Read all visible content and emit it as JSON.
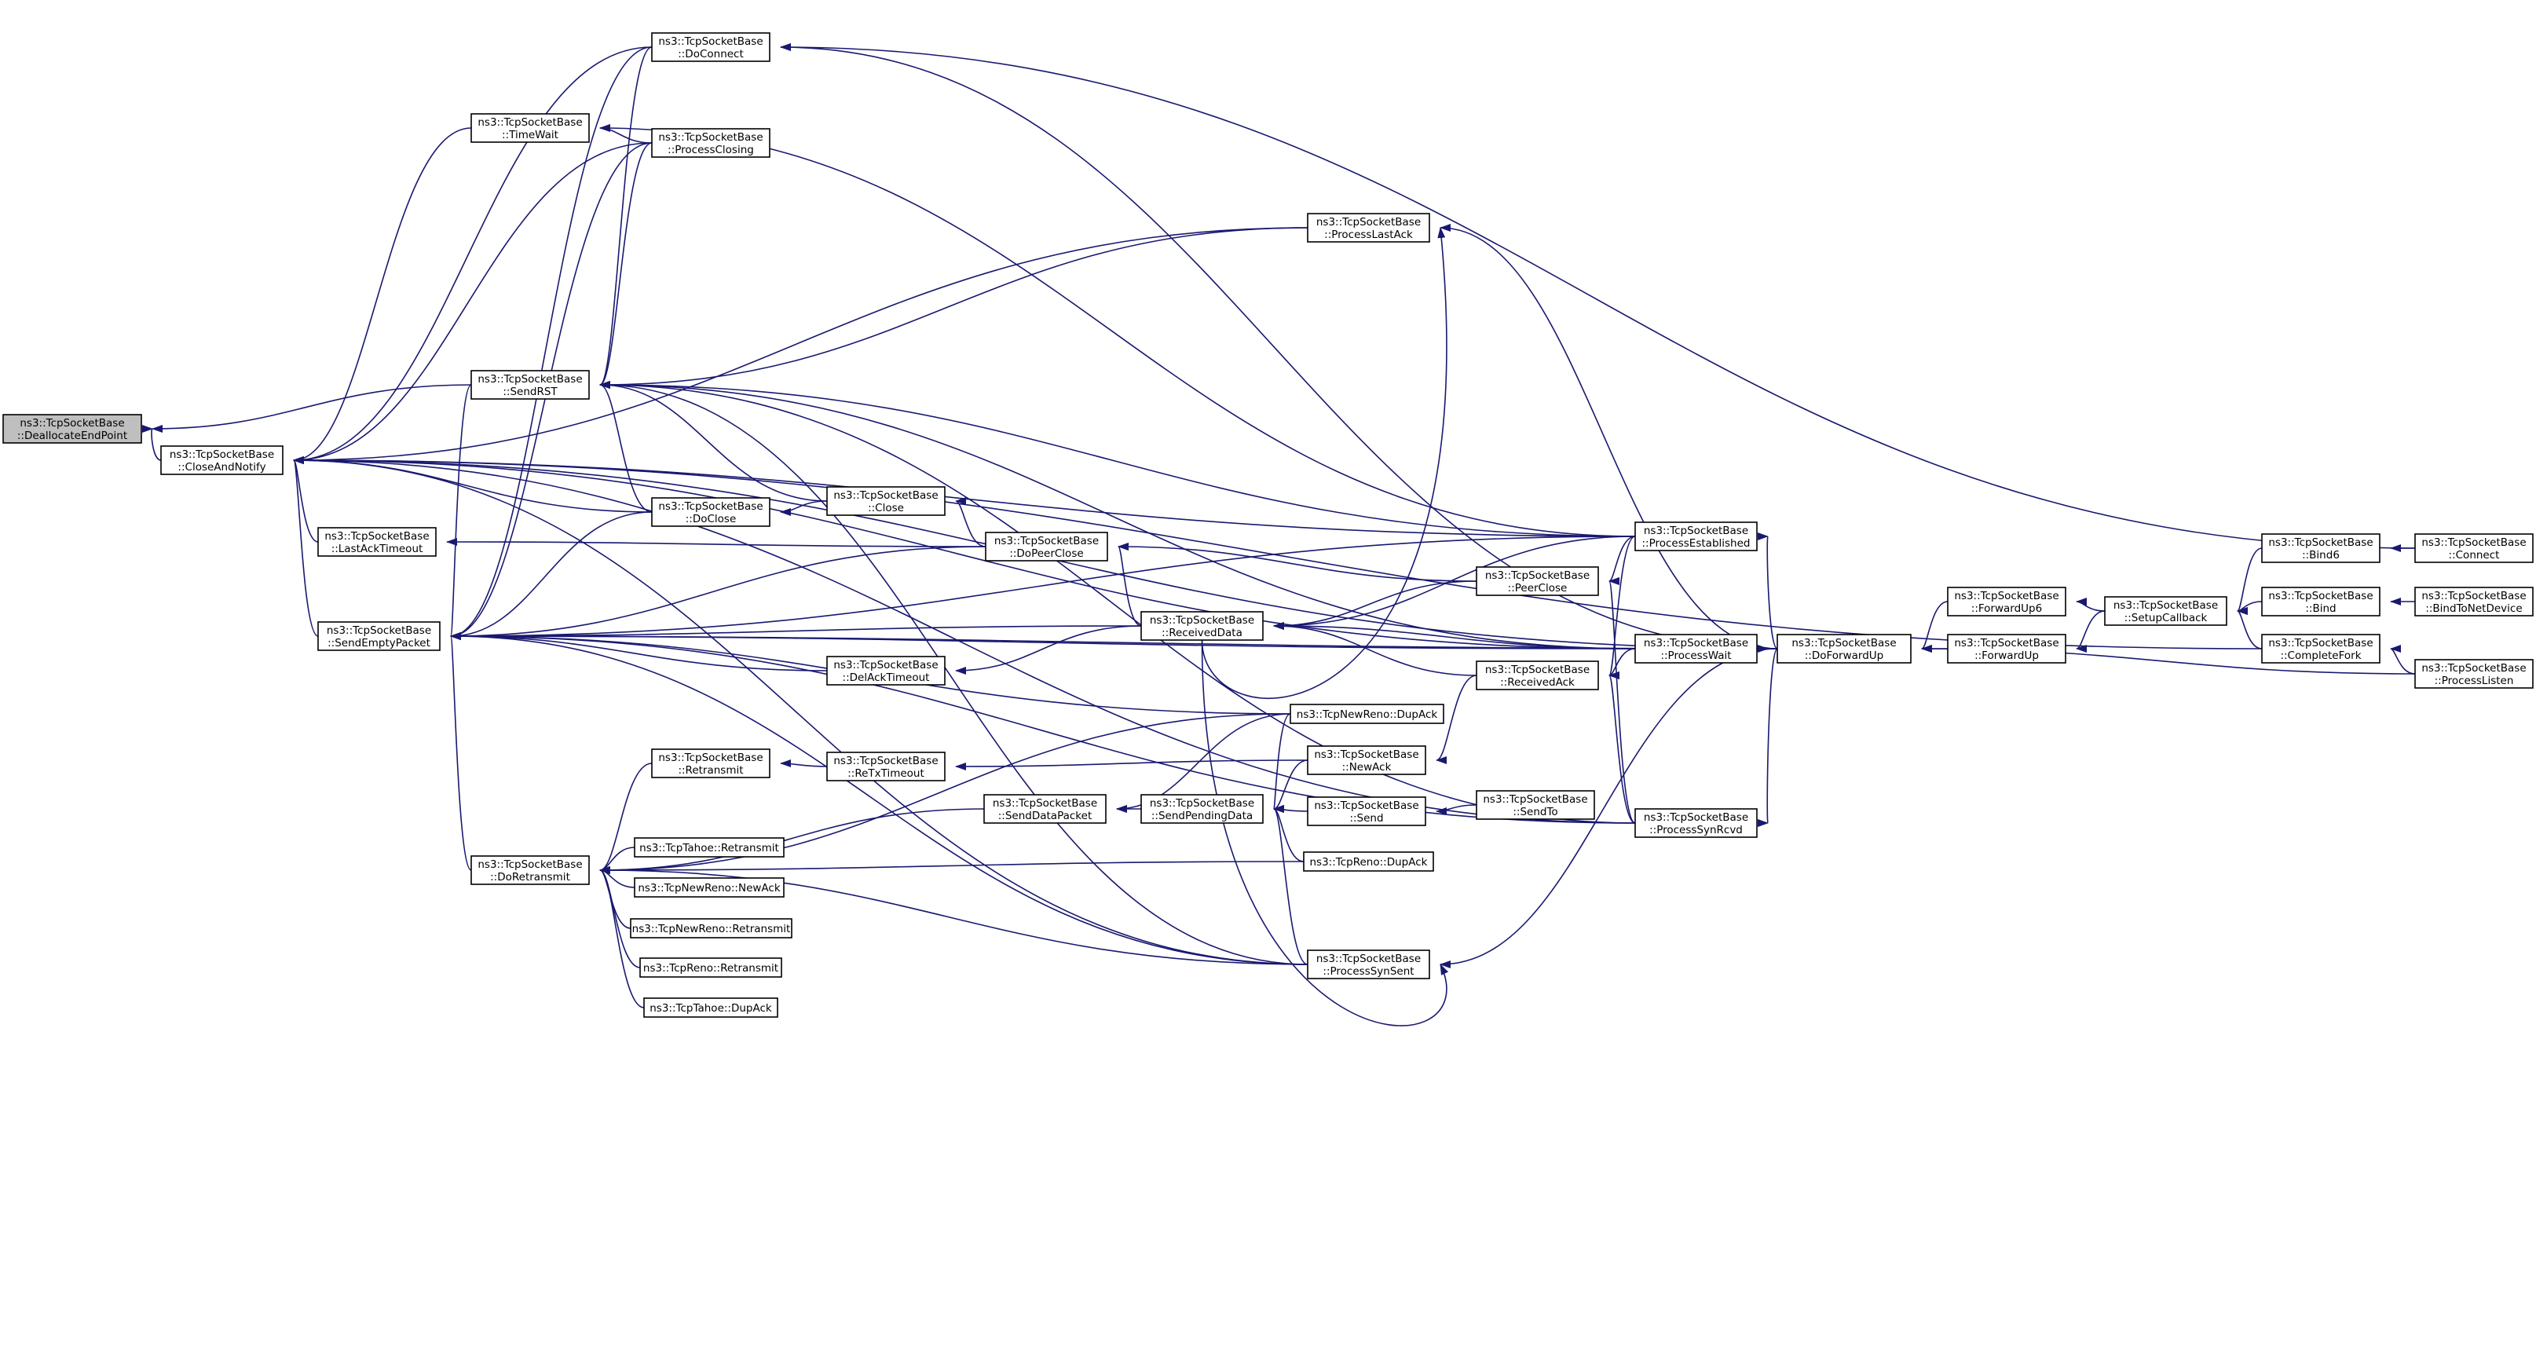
{
  "diagram": {
    "title": "",
    "nodes": [
      {
        "id": "dealloc",
        "lines": [
          "ns3::TcpSocketBase",
          "::DeallocateEndPoint"
        ],
        "root": true
      },
      {
        "id": "closeandnotify",
        "lines": [
          "ns3::TcpSocketBase",
          "::CloseAndNotify"
        ]
      },
      {
        "id": "sendemptypacket",
        "lines": [
          "ns3::TcpSocketBase",
          "::SendEmptyPacket"
        ]
      },
      {
        "id": "lastacktimeout",
        "lines": [
          "ns3::TcpSocketBase",
          "::LastAckTimeout"
        ]
      },
      {
        "id": "timewait",
        "lines": [
          "ns3::TcpSocketBase",
          "::TimeWait"
        ]
      },
      {
        "id": "sendrst",
        "lines": [
          "ns3::TcpSocketBase",
          "::SendRST"
        ]
      },
      {
        "id": "doretransmit",
        "lines": [
          "ns3::TcpSocketBase",
          "::DoRetransmit"
        ]
      },
      {
        "id": "doconnect",
        "lines": [
          "ns3::TcpSocketBase",
          "::DoConnect"
        ]
      },
      {
        "id": "processclosing",
        "lines": [
          "ns3::TcpSocketBase",
          "::ProcessClosing"
        ]
      },
      {
        "id": "doclose",
        "lines": [
          "ns3::TcpSocketBase",
          "::DoClose"
        ]
      },
      {
        "id": "retransmit",
        "lines": [
          "ns3::TcpSocketBase",
          "::Retransmit"
        ]
      },
      {
        "id": "tahoe_retransmit",
        "lines": [
          "ns3::TcpTahoe::Retransmit"
        ]
      },
      {
        "id": "newreno_newack",
        "lines": [
          "ns3::TcpNewReno::NewAck"
        ]
      },
      {
        "id": "newreno_retransmit",
        "lines": [
          "ns3::TcpNewReno::Retransmit"
        ]
      },
      {
        "id": "reno_retransmit",
        "lines": [
          "ns3::TcpReno::Retransmit"
        ]
      },
      {
        "id": "tahoe_dupack",
        "lines": [
          "ns3::TcpTahoe::DupAck"
        ]
      },
      {
        "id": "close",
        "lines": [
          "ns3::TcpSocketBase",
          "::Close"
        ]
      },
      {
        "id": "delacktimeout",
        "lines": [
          "ns3::TcpSocketBase",
          "::DelAckTimeout"
        ]
      },
      {
        "id": "retxtimeout",
        "lines": [
          "ns3::TcpSocketBase",
          "::ReTxTimeout"
        ]
      },
      {
        "id": "dopeerclose",
        "lines": [
          "ns3::TcpSocketBase",
          "::DoPeerClose"
        ]
      },
      {
        "id": "senddatapacket",
        "lines": [
          "ns3::TcpSocketBase",
          "::SendDataPacket"
        ]
      },
      {
        "id": "receiveddata",
        "lines": [
          "ns3::TcpSocketBase",
          "::ReceivedData"
        ]
      },
      {
        "id": "sendpendingdata",
        "lines": [
          "ns3::TcpSocketBase",
          "::SendPendingData"
        ]
      },
      {
        "id": "processlastack",
        "lines": [
          "ns3::TcpSocketBase",
          "::ProcessLastAck"
        ]
      },
      {
        "id": "newreno_dupack",
        "lines": [
          "ns3::TcpNewReno::DupAck"
        ]
      },
      {
        "id": "newack",
        "lines": [
          "ns3::TcpSocketBase",
          "::NewAck"
        ]
      },
      {
        "id": "send",
        "lines": [
          "ns3::TcpSocketBase",
          "::Send"
        ]
      },
      {
        "id": "reno_dupack",
        "lines": [
          "ns3::TcpReno::DupAck"
        ]
      },
      {
        "id": "processsynsent",
        "lines": [
          "ns3::TcpSocketBase",
          "::ProcessSynSent"
        ]
      },
      {
        "id": "peerclose",
        "lines": [
          "ns3::TcpSocketBase",
          "::PeerClose"
        ]
      },
      {
        "id": "receivedack",
        "lines": [
          "ns3::TcpSocketBase",
          "::ReceivedAck"
        ]
      },
      {
        "id": "sendto",
        "lines": [
          "ns3::TcpSocketBase",
          "::SendTo"
        ]
      },
      {
        "id": "processestablished",
        "lines": [
          "ns3::TcpSocketBase",
          "::ProcessEstablished"
        ]
      },
      {
        "id": "processwait",
        "lines": [
          "ns3::TcpSocketBase",
          "::ProcessWait"
        ]
      },
      {
        "id": "processsynrcvd",
        "lines": [
          "ns3::TcpSocketBase",
          "::ProcessSynRcvd"
        ]
      },
      {
        "id": "doforwardup",
        "lines": [
          "ns3::TcpSocketBase",
          "::DoForwardUp"
        ]
      },
      {
        "id": "forwardup6",
        "lines": [
          "ns3::TcpSocketBase",
          "::ForwardUp6"
        ]
      },
      {
        "id": "forwardup",
        "lines": [
          "ns3::TcpSocketBase",
          "::ForwardUp"
        ]
      },
      {
        "id": "setupcallback",
        "lines": [
          "ns3::TcpSocketBase",
          "::SetupCallback"
        ]
      },
      {
        "id": "bind6",
        "lines": [
          "ns3::TcpSocketBase",
          "::Bind6"
        ]
      },
      {
        "id": "bind",
        "lines": [
          "ns3::TcpSocketBase",
          "::Bind"
        ]
      },
      {
        "id": "completefork",
        "lines": [
          "ns3::TcpSocketBase",
          "::CompleteFork"
        ]
      },
      {
        "id": "connect",
        "lines": [
          "ns3::TcpSocketBase",
          "::Connect"
        ]
      },
      {
        "id": "bindtonetdevice",
        "lines": [
          "ns3::TcpSocketBase",
          "::BindToNetDevice"
        ]
      },
      {
        "id": "processlisten",
        "lines": [
          "ns3::TcpSocketBase",
          "::ProcessListen"
        ]
      }
    ],
    "edges": [
      [
        "closeandnotify",
        "dealloc"
      ],
      [
        "sendrst",
        "dealloc"
      ],
      [
        "sendemptypacket",
        "closeandnotify"
      ],
      [
        "lastacktimeout",
        "closeandnotify"
      ],
      [
        "timewait",
        "closeandnotify"
      ],
      [
        "doconnect",
        "closeandnotify"
      ],
      [
        "processclosing",
        "closeandnotify"
      ],
      [
        "doclose",
        "closeandnotify"
      ],
      [
        "processlastack",
        "closeandnotify"
      ],
      [
        "processestablished",
        "closeandnotify"
      ],
      [
        "processwait",
        "closeandnotify"
      ],
      [
        "processsynrcvd",
        "closeandnotify"
      ],
      [
        "processsynsent",
        "closeandnotify"
      ],
      [
        "doforwardup",
        "closeandnotify"
      ],
      [
        "completefork",
        "closeandnotify"
      ],
      [
        "sendrst",
        "sendemptypacket"
      ],
      [
        "doretransmit",
        "sendemptypacket"
      ],
      [
        "doclose",
        "sendemptypacket"
      ],
      [
        "dopeerclose",
        "sendemptypacket"
      ],
      [
        "receiveddata",
        "sendemptypacket"
      ],
      [
        "delacktimeout",
        "sendemptypacket"
      ],
      [
        "processclosing",
        "sendemptypacket"
      ],
      [
        "doconnect",
        "sendemptypacket"
      ],
      [
        "newreno_dupack",
        "sendemptypacket"
      ],
      [
        "processsynsent",
        "sendemptypacket"
      ],
      [
        "processwait",
        "sendemptypacket"
      ],
      [
        "processsynrcvd",
        "sendemptypacket"
      ],
      [
        "doforwardup",
        "sendemptypacket"
      ],
      [
        "processestablished",
        "sendemptypacket"
      ],
      [
        "processclosing",
        "timewait"
      ],
      [
        "processestablished",
        "timewait"
      ],
      [
        "doclose",
        "sendrst"
      ],
      [
        "close",
        "sendrst"
      ],
      [
        "doconnect",
        "sendrst"
      ],
      [
        "processclosing",
        "sendrst"
      ],
      [
        "processlastack",
        "sendrst"
      ],
      [
        "processestablished",
        "sendrst"
      ],
      [
        "processwait",
        "sendrst"
      ],
      [
        "processsynrcvd",
        "sendrst"
      ],
      [
        "processsynsent",
        "sendrst"
      ],
      [
        "retransmit",
        "doretransmit"
      ],
      [
        "tahoe_retransmit",
        "doretransmit"
      ],
      [
        "newreno_newack",
        "doretransmit"
      ],
      [
        "newreno_retransmit",
        "doretransmit"
      ],
      [
        "reno_retransmit",
        "doretransmit"
      ],
      [
        "tahoe_dupack",
        "doretransmit"
      ],
      [
        "newreno_dupack",
        "doretransmit"
      ],
      [
        "senddatapacket",
        "doretransmit"
      ],
      [
        "reno_dupack",
        "doretransmit"
      ],
      [
        "processsynsent",
        "doretransmit"
      ],
      [
        "close",
        "doclose"
      ],
      [
        "dopeerclose",
        "lastacktimeout"
      ],
      [
        "retxtimeout",
        "retransmit"
      ],
      [
        "newack",
        "retxtimeout"
      ],
      [
        "dopeerclose",
        "close"
      ],
      [
        "receiveddata",
        "delacktimeout"
      ],
      [
        "receiveddata",
        "dopeerclose"
      ],
      [
        "peerclose",
        "dopeerclose"
      ],
      [
        "sendpendingdata",
        "senddatapacket"
      ],
      [
        "newreno_dupack",
        "senddatapacket"
      ],
      [
        "peerclose",
        "receiveddata"
      ],
      [
        "processestablished",
        "receiveddata"
      ],
      [
        "processwait",
        "receiveddata"
      ],
      [
        "receivedack",
        "receiveddata"
      ],
      [
        "receiveddata",
        "processlastack"
      ],
      [
        "receiveddata",
        "processsynsent"
      ],
      [
        "newack",
        "sendpendingdata"
      ],
      [
        "send",
        "sendpendingdata"
      ],
      [
        "reno_dupack",
        "sendpendingdata"
      ],
      [
        "processsynsent",
        "sendpendingdata"
      ],
      [
        "newreno_dupack",
        "sendpendingdata"
      ],
      [
        "receivedack",
        "newack"
      ],
      [
        "sendto",
        "send"
      ],
      [
        "processestablished",
        "peerclose"
      ],
      [
        "processsynrcvd",
        "peerclose"
      ],
      [
        "processestablished",
        "receivedack"
      ],
      [
        "processwait",
        "receivedack"
      ],
      [
        "processsynrcvd",
        "receivedack"
      ],
      [
        "doforwardup",
        "processestablished"
      ],
      [
        "doforwardup",
        "processwait"
      ],
      [
        "doforwardup",
        "processsynrcvd"
      ],
      [
        "doforwardup",
        "processlastack"
      ],
      [
        "doforwardup",
        "processsynsent"
      ],
      [
        "doforwardup",
        "doconnect"
      ],
      [
        "forwardup6",
        "doforwardup"
      ],
      [
        "forwardup",
        "doforwardup"
      ],
      [
        "processlisten",
        "doforwardup"
      ],
      [
        "setupcallback",
        "forwardup6"
      ],
      [
        "setupcallback",
        "forwardup"
      ],
      [
        "bind6",
        "setupcallback"
      ],
      [
        "bind",
        "setupcallback"
      ],
      [
        "completefork",
        "setupcallback"
      ],
      [
        "connect",
        "bind6"
      ],
      [
        "bindtonetdevice",
        "bind"
      ],
      [
        "processlisten",
        "completefork"
      ],
      [
        "connect",
        "doconnect"
      ]
    ]
  }
}
